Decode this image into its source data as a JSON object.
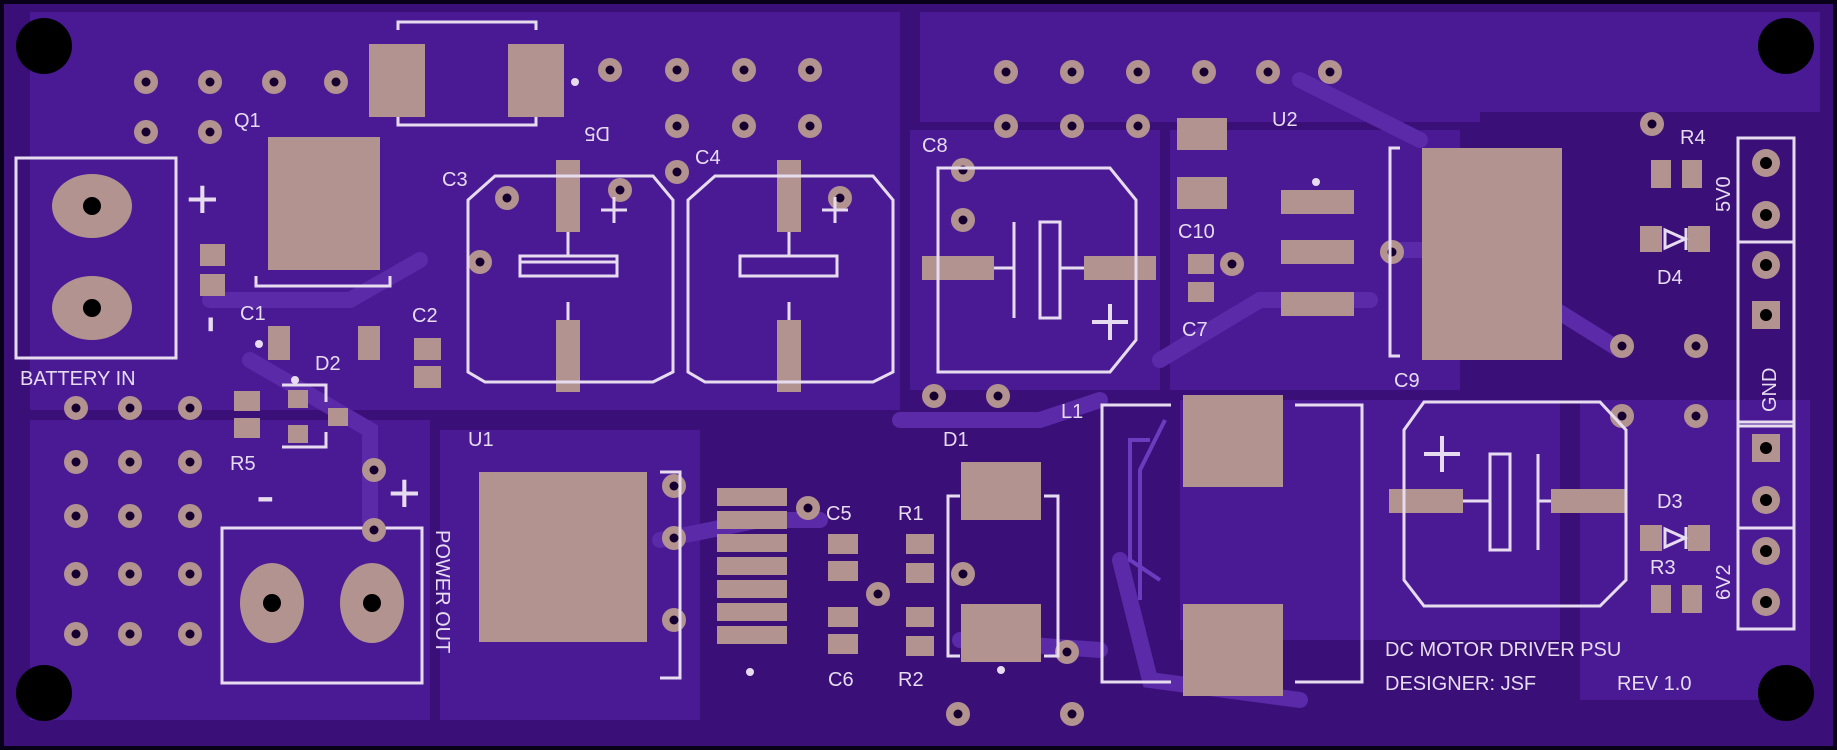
{
  "labels": {
    "battery_in": "BATTERY IN",
    "power_out": "POWER OUT",
    "title": "DC MOTOR DRIVER PSU",
    "designer": "DESIGNER: JSF",
    "rev": "REV 1.0",
    "v5": "5V0",
    "v6": "6V2",
    "gnd": "GND"
  },
  "refs": {
    "Q1": "Q1",
    "D5": "D5",
    "C1": "C1",
    "C2": "C2",
    "C3": "C3",
    "C4": "C4",
    "C5": "C5",
    "C6": "C6",
    "C7": "C7",
    "C8": "C8",
    "C9": "C9",
    "C10": "C10",
    "D1": "D1",
    "D2": "D2",
    "D3": "D3",
    "D4": "D4",
    "L1": "L1",
    "R1": "R1",
    "R2": "R2",
    "R3": "R3",
    "R4": "R4",
    "R5": "R5",
    "U1": "U1",
    "U2": "U2"
  },
  "symbols": {
    "plus": "+",
    "minus": "-"
  },
  "colors": {
    "board": "#3a0f78",
    "copper": "#4a1a95",
    "trace": "#54259e",
    "pad": "#b3938f",
    "silk": "#e7dcef",
    "outline": "#0a0018"
  }
}
